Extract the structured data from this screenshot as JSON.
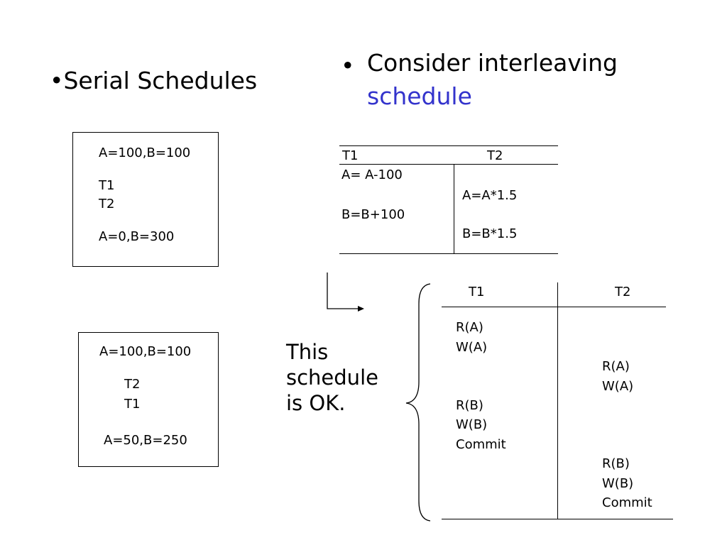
{
  "left_title": "•Serial Schedules",
  "right_bullet": {
    "bullet": "•",
    "line1": "Consider interleaving",
    "line2": "schedule"
  },
  "serial_box_1": {
    "initial": "A=100,B=100",
    "order_1": "T1",
    "order_2": "T2",
    "result": "A=0,B=300"
  },
  "serial_box_2": {
    "initial": "A=100,B=100",
    "order_1": "T2",
    "order_2": "T1",
    "result": "A=50,B=250"
  },
  "interleave_table": {
    "headers": [
      "T1",
      "T2"
    ],
    "t1_ops": [
      "A= A-100",
      "B=B+100"
    ],
    "t2_ops": [
      "A=A*1.5",
      "B=B*1.5"
    ]
  },
  "ok_note": [
    "This",
    "schedule",
    "is OK."
  ],
  "rw_table": {
    "headers": [
      "T1",
      "T2"
    ],
    "t1_block1": [
      "R(A)",
      "W(A)"
    ],
    "t2_block1": [
      "R(A)",
      "W(A)"
    ],
    "t1_block2": [
      "R(B)",
      "W(B)",
      "Commit"
    ],
    "t2_block2": [
      "R(B)",
      "W(B)",
      "Commit"
    ]
  },
  "colors": {
    "accent": "#3333cc",
    "text": "#000000",
    "background": "#ffffff"
  }
}
